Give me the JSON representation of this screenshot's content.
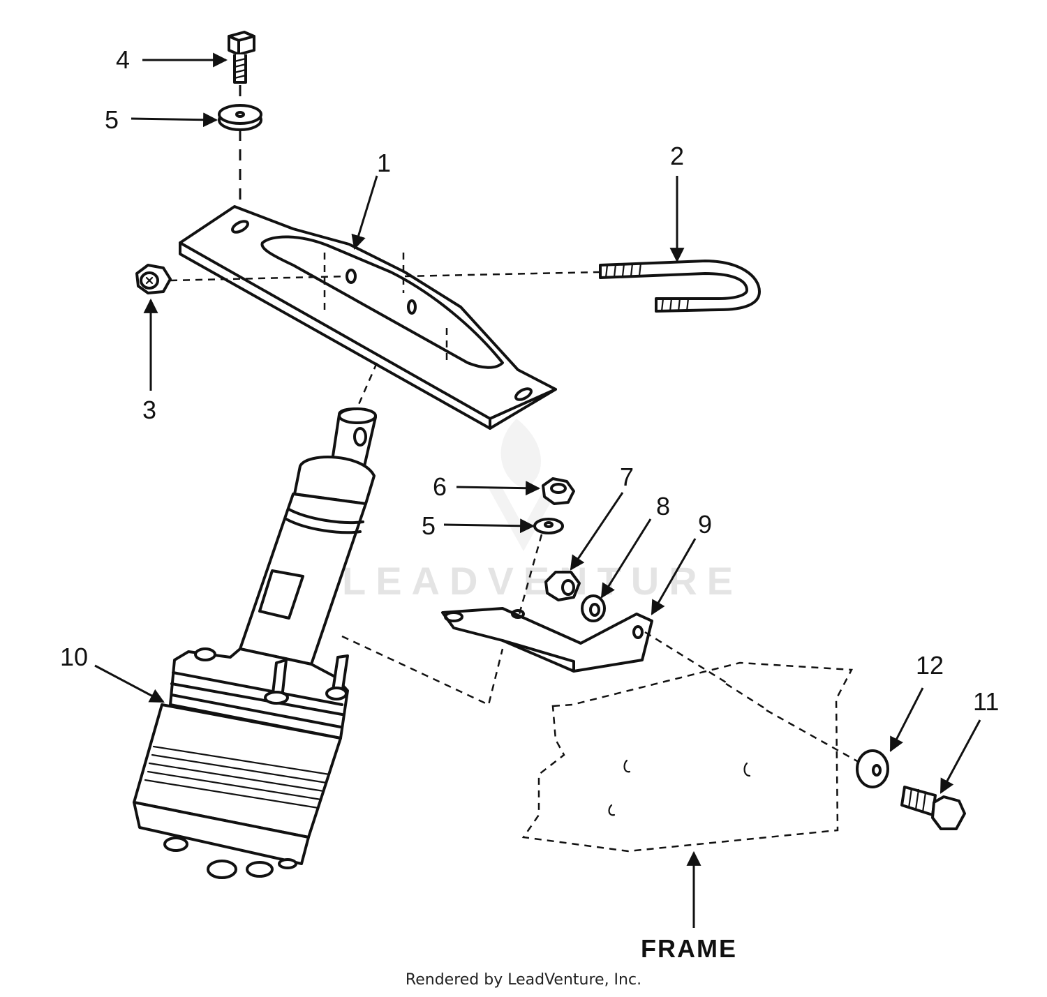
{
  "callouts": {
    "c1": "1",
    "c2": "2",
    "c3": "3",
    "c4": "4",
    "c5a": "5",
    "c5b": "5",
    "c6": "6",
    "c7": "7",
    "c8": "8",
    "c9": "9",
    "c10": "10",
    "c11": "11",
    "c12": "12"
  },
  "frame_label": "FRAME",
  "watermark": "LEADVENTURE",
  "footer": "Rendered by LeadVenture, Inc."
}
